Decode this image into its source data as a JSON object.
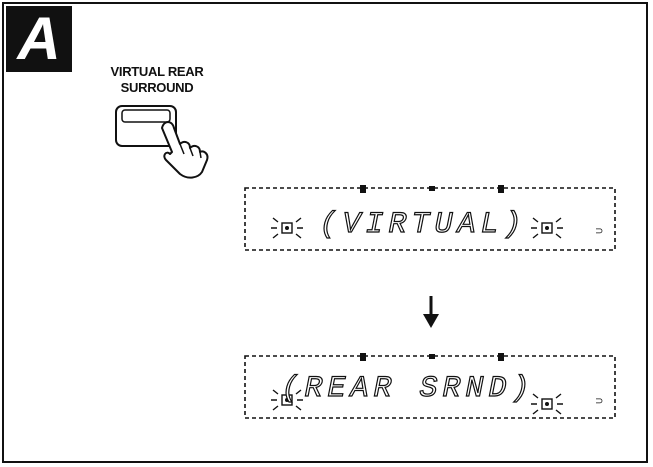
{
  "section_badge": "A",
  "button": {
    "label_line1": "VIRTUAL REAR",
    "label_line2": "SURROUND",
    "icon": "press-button-with-hand-icon"
  },
  "displays": [
    {
      "text": "(VIRTUAL)",
      "state": "before"
    },
    {
      "text": "(REAR SRND)",
      "state": "after"
    }
  ],
  "arrow_icon": "arrow-down-icon",
  "colors": {
    "ink": "#111111",
    "background": "#ffffff"
  }
}
